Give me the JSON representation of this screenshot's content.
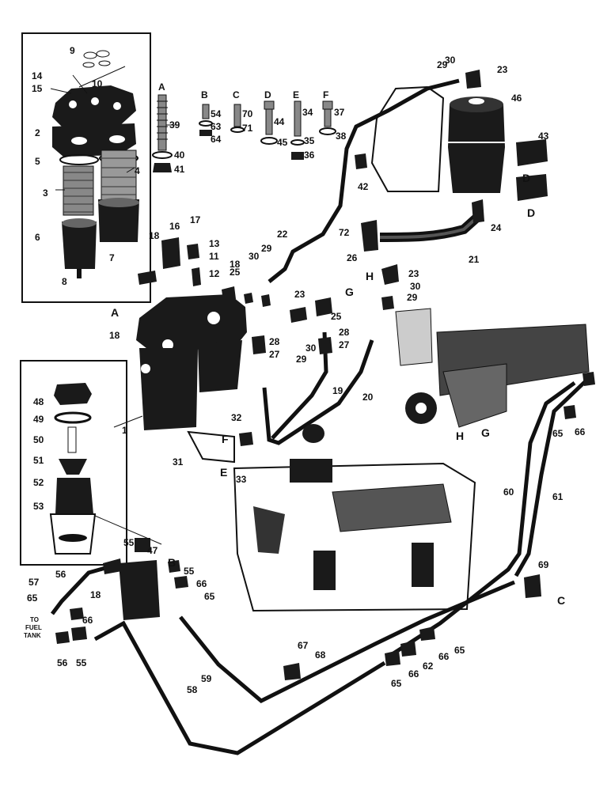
{
  "callouts": [
    "1",
    "2",
    "3",
    "4",
    "5",
    "6",
    "7",
    "8",
    "9",
    "10",
    "11",
    "12",
    "13",
    "14",
    "15",
    "16",
    "17",
    "18",
    "19",
    "20",
    "21",
    "22",
    "23",
    "24",
    "25",
    "26",
    "27",
    "28",
    "29",
    "30",
    "31",
    "32",
    "33",
    "34",
    "35",
    "36",
    "37",
    "38",
    "39",
    "40",
    "41",
    "42",
    "43",
    "44",
    "45",
    "46",
    "47",
    "48",
    "49",
    "50",
    "51",
    "52",
    "53",
    "54",
    "55",
    "56",
    "57",
    "58",
    "59",
    "60",
    "61",
    "62",
    "63",
    "64",
    "65",
    "66",
    "67",
    "68",
    "69",
    "70",
    "71",
    "72"
  ],
  "bolt_sets": {
    "A": "A",
    "B": "B",
    "C": "C",
    "D": "D",
    "E": "E",
    "F": "F"
  },
  "connection_letters": {
    "A": "A",
    "B": "B",
    "C": "C",
    "D": "D",
    "E": "E",
    "F": "F",
    "G": "G",
    "H": "H"
  },
  "fuel_tank_note": [
    "TO",
    "FUEL",
    "TANK"
  ],
  "colors": {
    "ink": "#111111",
    "paper": "#ffffff",
    "part_fill": "#1a1a1a",
    "hatch": "#555555"
  }
}
